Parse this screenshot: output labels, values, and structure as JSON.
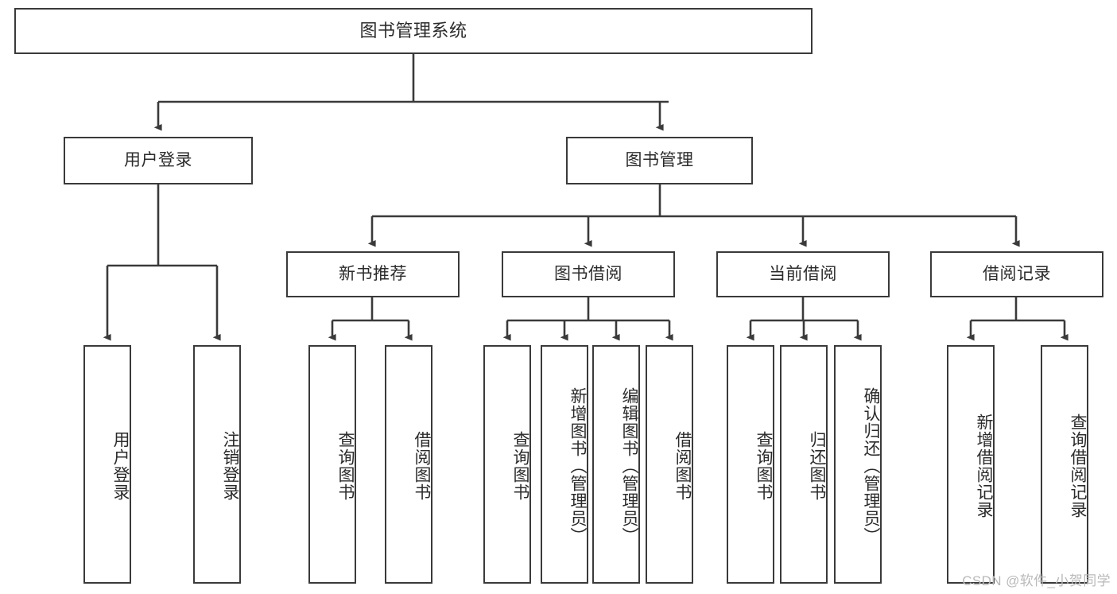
{
  "diagram": {
    "title": "图书管理系统",
    "watermark": "CSDN @软件_小贺同学",
    "type": "tree-hierarchy",
    "levels": 4,
    "nodes": {
      "root": {
        "label": "图书管理系统",
        "level": 1
      },
      "l2_user_login": {
        "label": "用户登录",
        "level": 2
      },
      "l2_book_mgmt": {
        "label": "图书管理",
        "level": 2
      },
      "l3_new_book_rec": {
        "label": "新书推荐",
        "level": 3
      },
      "l3_book_borrow": {
        "label": "图书借阅",
        "level": 3
      },
      "l3_current_borrow": {
        "label": "当前借阅",
        "level": 3
      },
      "l3_borrow_record": {
        "label": "借阅记录",
        "level": 3
      },
      "l4_user_login": {
        "label": "用户登录",
        "level": 4
      },
      "l4_logout_login": {
        "label": "注销登录",
        "level": 4
      },
      "l4_query_book_a": {
        "label": "查询图书",
        "level": 4
      },
      "l4_borrow_book_a": {
        "label": "借阅图书",
        "level": 4
      },
      "l4_query_book_b": {
        "label": "查询图书",
        "level": 4
      },
      "l4_add_book": {
        "label": "新增图书（管理员）",
        "level": 4
      },
      "l4_edit_book": {
        "label": "编辑图书（管理员）",
        "level": 4
      },
      "l4_borrow_book_b": {
        "label": "借阅图书",
        "level": 4
      },
      "l4_query_book_c": {
        "label": "查询图书",
        "level": 4
      },
      "l4_return_book": {
        "label": "归还图书",
        "level": 4
      },
      "l4_confirm_return": {
        "label": "确认归还（管理员）",
        "level": 4
      },
      "l4_add_record": {
        "label": "新增借阅记录",
        "level": 4
      },
      "l4_query_record": {
        "label": "查询借阅记录",
        "level": 4
      }
    },
    "colors": {
      "stroke": "#3a3a3a",
      "fill": "#ffffff",
      "text": "#2b2b2b",
      "watermark": "#b9b9b9"
    }
  }
}
